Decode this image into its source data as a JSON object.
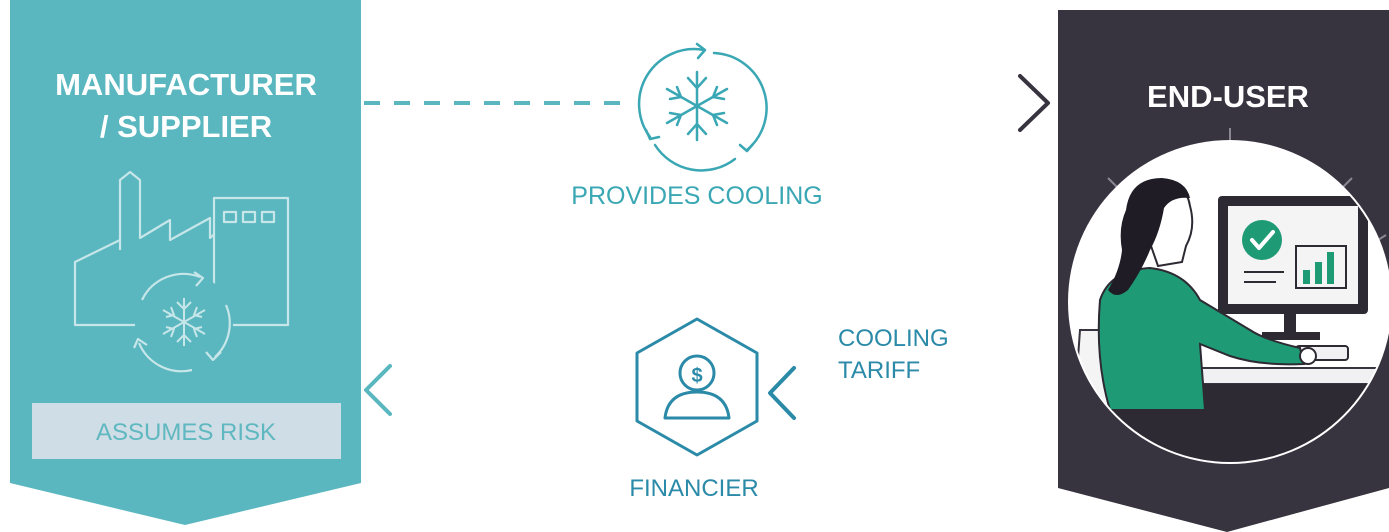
{
  "manufacturer": {
    "title_line1": "MANUFACTURER",
    "title_line2": "/ SUPPLIER",
    "risk_label": "ASSUMES RISK",
    "icon": "factory-with-cooling-icon"
  },
  "end_user": {
    "title": "END-USER",
    "icon": "person-at-computer-illustration"
  },
  "flows": {
    "cooling_label": "PROVIDES COOLING",
    "cooling_icon": "snowflake-cycle-icon",
    "tariff_line1": "COOLING",
    "tariff_line2": "TARIFF",
    "financier_label": "FINANCIER",
    "financier_icon": "financier-dollar-person-icon"
  },
  "colors": {
    "teal_panel": "#5ab7bf",
    "dark_panel": "#37333f",
    "risk_box": "#cfdde6",
    "teal_text": "#3aa7b4",
    "blue_text": "#2a8aa8",
    "arrow_dark": "#37333f"
  }
}
